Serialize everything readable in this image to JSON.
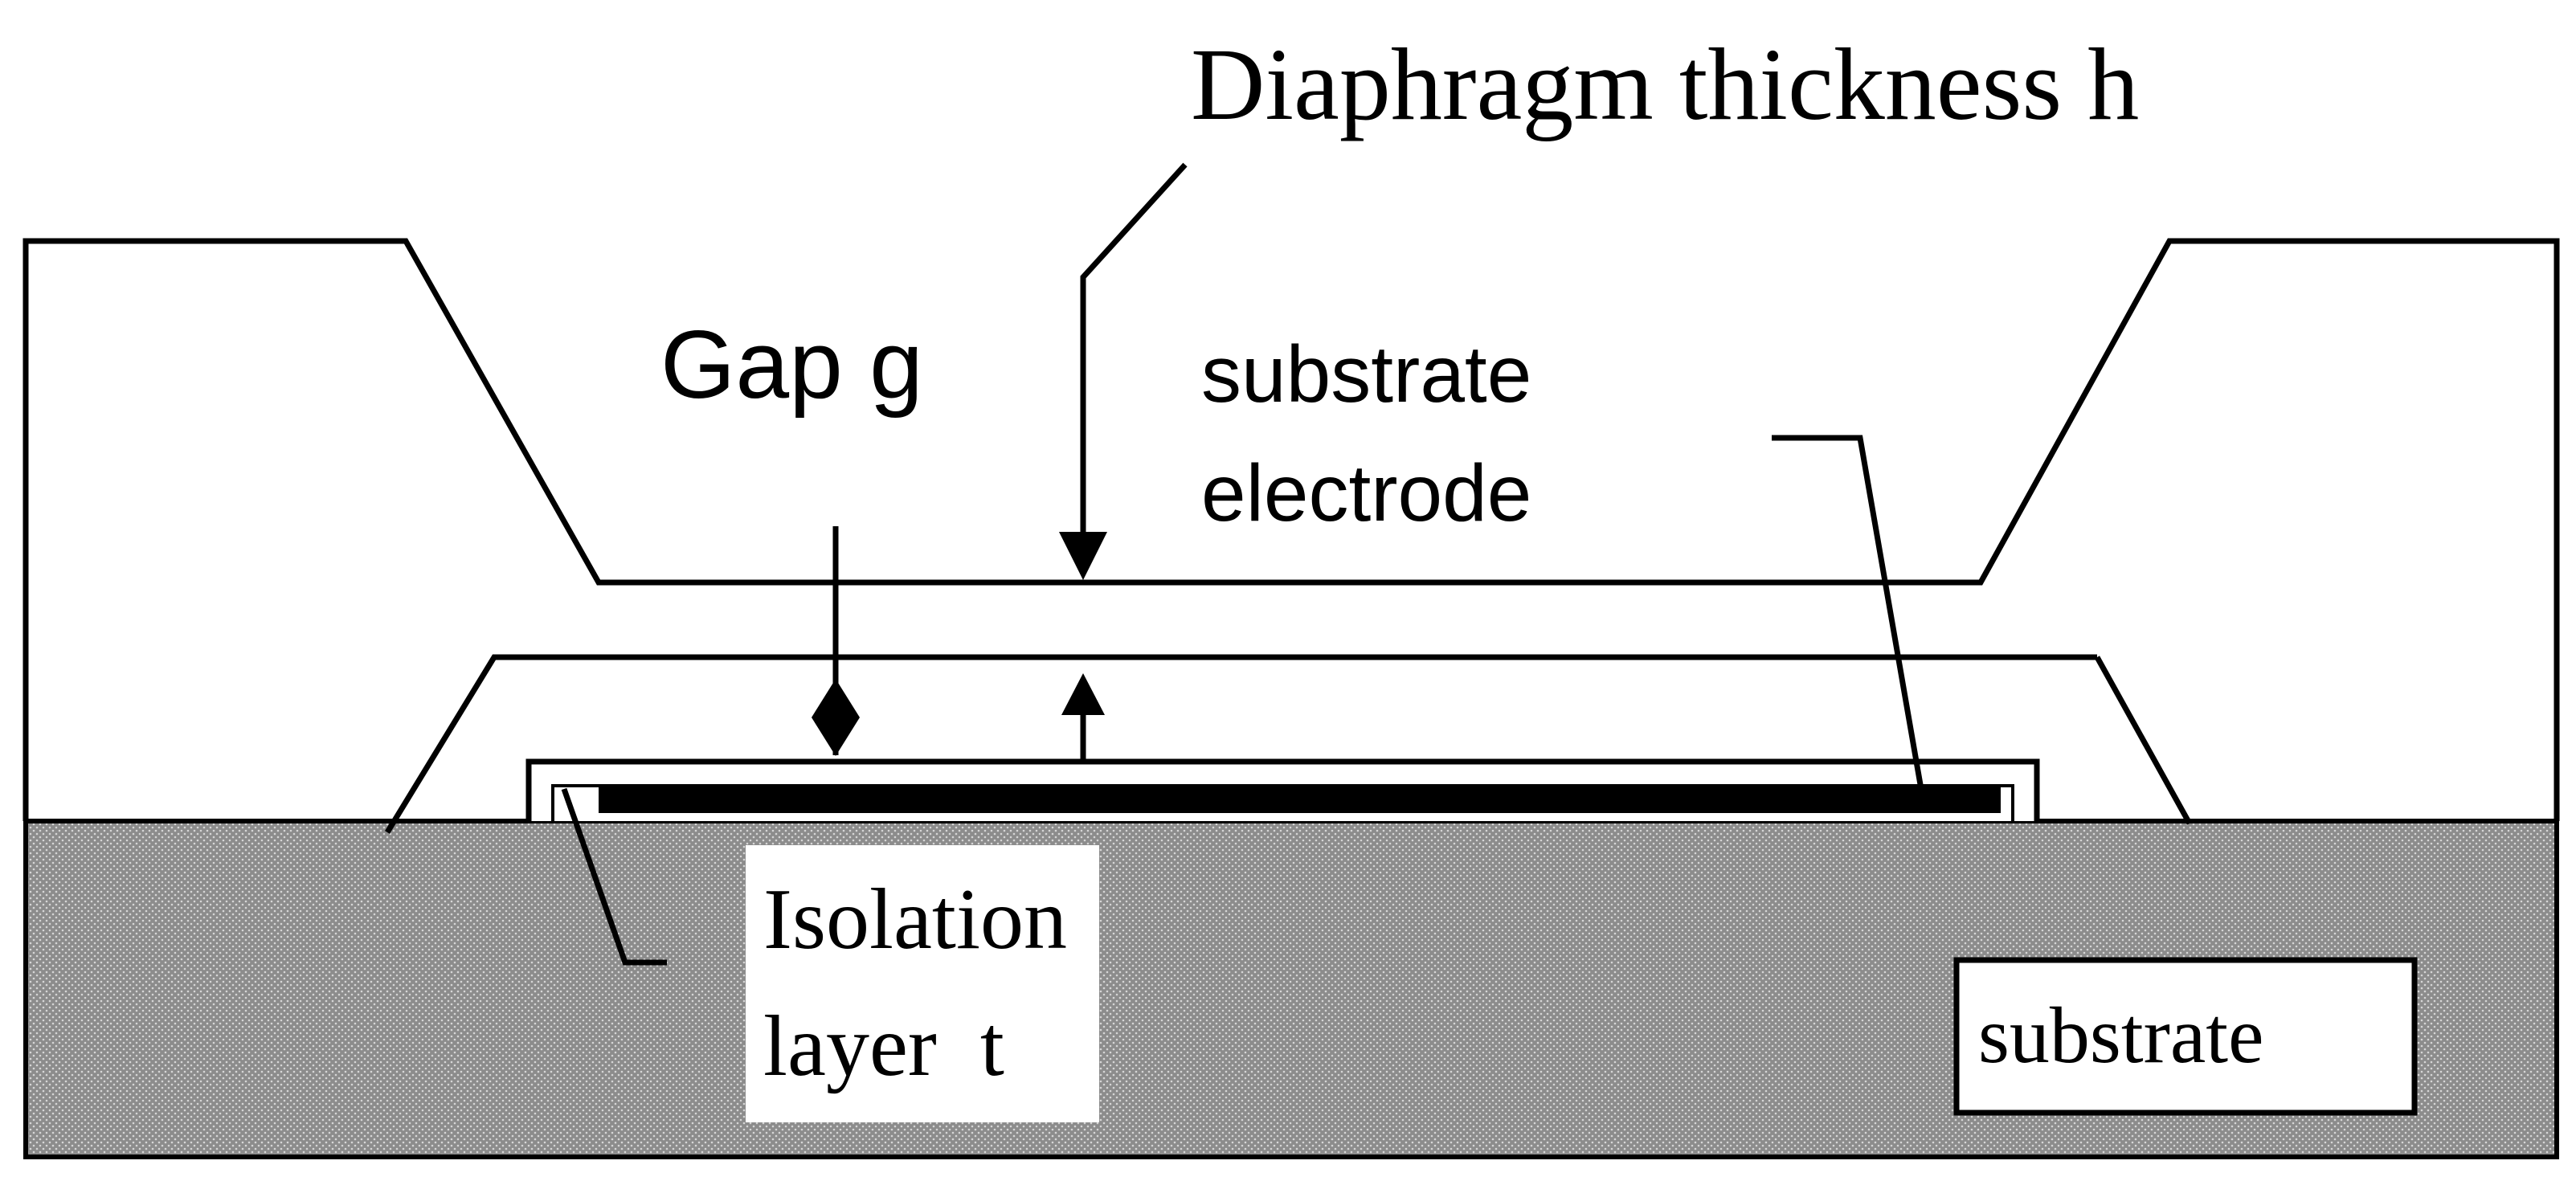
{
  "labels": {
    "diaphragm_thickness": "Diaphragm thickness h",
    "gap": "Gap g",
    "substrate_electrode_line1": "substrate",
    "substrate_electrode_line2": "electrode",
    "isolation_line1": "Isolation",
    "isolation_line2": "layer  t",
    "substrate": "substrate"
  },
  "colors": {
    "line": "#000000",
    "substrate_fill": "#8c8c8c",
    "electrode": "#000000",
    "background": "#ffffff"
  }
}
